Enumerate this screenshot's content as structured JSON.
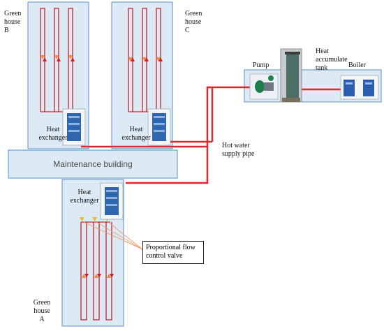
{
  "greenhouses": {
    "b": {
      "label": "Green\nhouse\nB"
    },
    "c": {
      "label": "Green\nhouse\nC"
    },
    "a": {
      "label": "Green\nhouse\nA"
    }
  },
  "heat_exchanger_label": "Heat\nexchanger",
  "maintenance_building": "Maintenance building",
  "hot_water_pipe": "Hot water\nsupply pipe",
  "pump": "Pump",
  "tank": "Heat\naccumulate\ntank",
  "boiler": "Boiler",
  "valve_callout": "Proportional flow\ncontrol valve",
  "colors": {
    "greenhouse_fill": "#dceaf6",
    "greenhouse_border": "#5b8fc6",
    "pipe_red": "#e3262b",
    "loop_red": "#c8232a",
    "arrow_orange": "#f08a3c",
    "valve_yellow": "#f7b928",
    "leader_orange": "#f0a070"
  }
}
